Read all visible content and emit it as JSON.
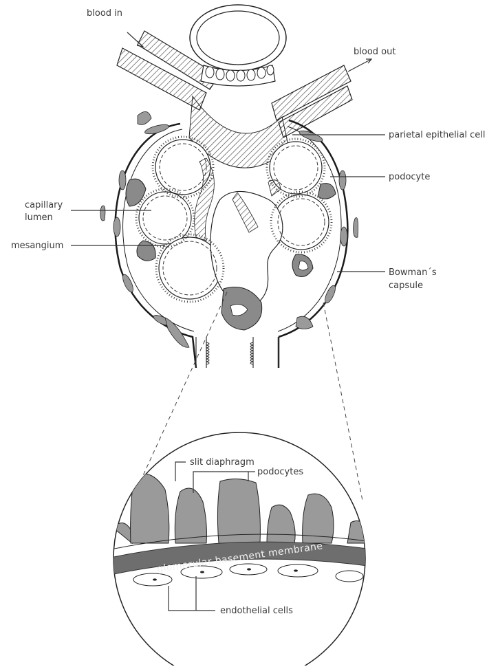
{
  "labels": {
    "blood_in": "blood in",
    "blood_out": "blood out",
    "parietal": "parietal epithelial cell",
    "podocyte": "podocyte",
    "capillary_1": "capillary",
    "capillary_2": "lumen",
    "mesangium": "mesangium",
    "bowman_1": "Bowman´s",
    "bowman_2": "capsule",
    "slit": "slit diaphragm",
    "podocytes": "podocytes",
    "gbm": "glomerular basement membrane",
    "endothelial": "endothelial cells"
  },
  "colors": {
    "cell_fill": "#9a9a9a",
    "dark_fill": "#7d7d7d",
    "membrane": "#6e6e6e",
    "outline": "#222222",
    "label_text": "#3a3a3a"
  }
}
